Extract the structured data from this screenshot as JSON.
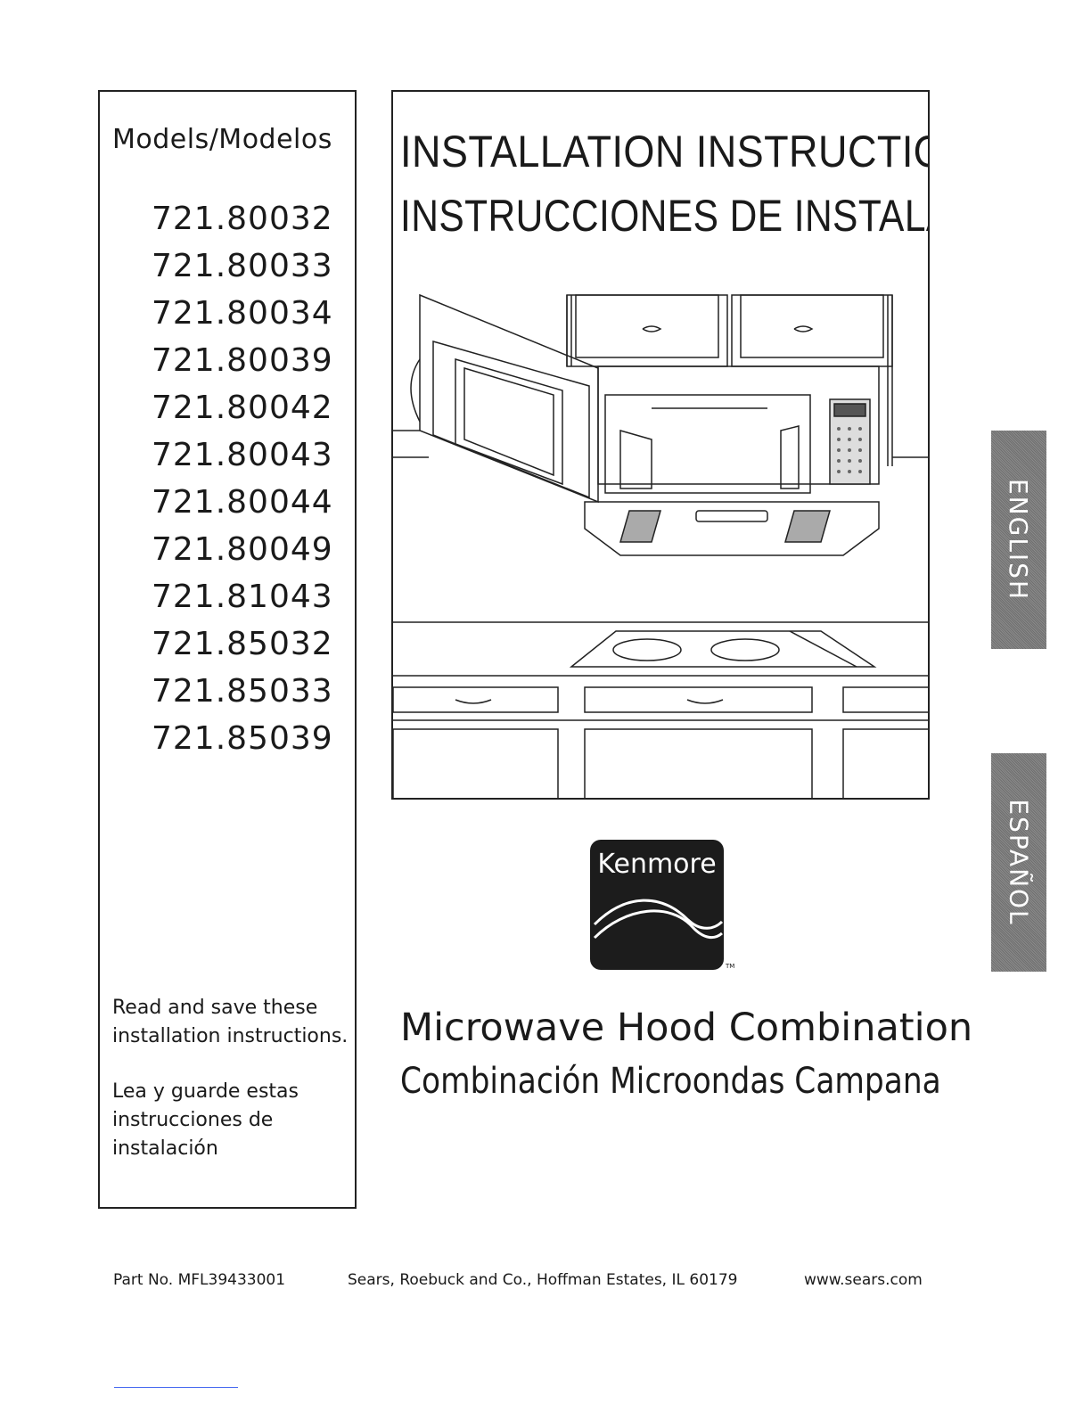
{
  "models": {
    "heading": "Models/Modelos",
    "list": [
      "721.80032",
      "721.80033",
      "721.80034",
      "721.80039",
      "721.80042",
      "721.80043",
      "721.80044",
      "721.80049",
      "721.81043",
      "721.85032",
      "721.85033",
      "721.85039"
    ],
    "read_save_en": "Read and save these installation instructions.",
    "read_save_es": "Lea y guarde estas instrucciones de instalación"
  },
  "title": {
    "en": "INSTALLATION INSTRUCTIONS",
    "es": "INSTRUCCIONES DE INSTALACIÓN"
  },
  "tabs": {
    "english": "ENGLISH",
    "espanol": "ESPAÑOL"
  },
  "logo": {
    "brand": "Kenmore",
    "tm": "TM"
  },
  "product": {
    "en": "Microwave Hood Combination",
    "es": "Combinación Microondas Campana"
  },
  "footer": {
    "part_no": "Part No. MFL39433001",
    "company": "Sears, Roebuck and Co., Hoffman Estates, IL  60179",
    "url": "www.sears.com"
  }
}
